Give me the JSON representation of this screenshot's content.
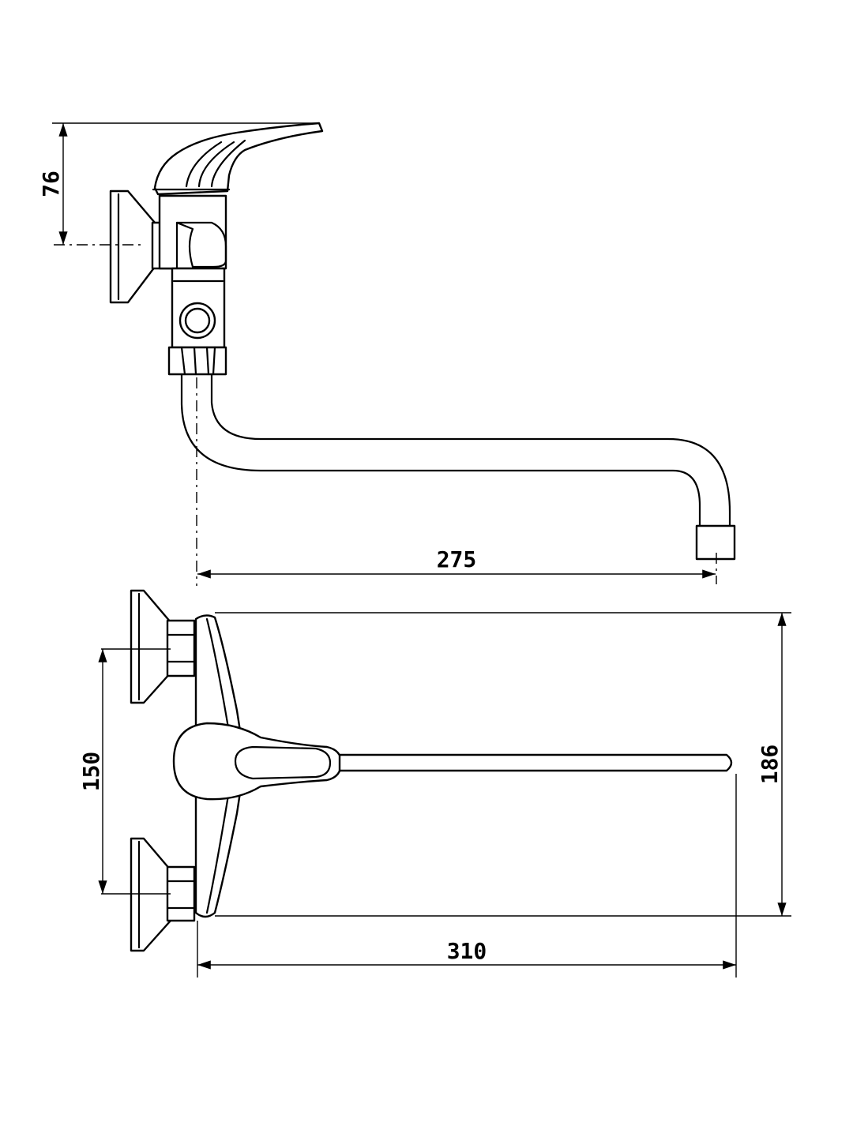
{
  "dimensions": {
    "handle_height": "76",
    "spout_reach_side": "275",
    "inlet_spacing": "150",
    "overall_height": "186",
    "overall_length": "310"
  }
}
